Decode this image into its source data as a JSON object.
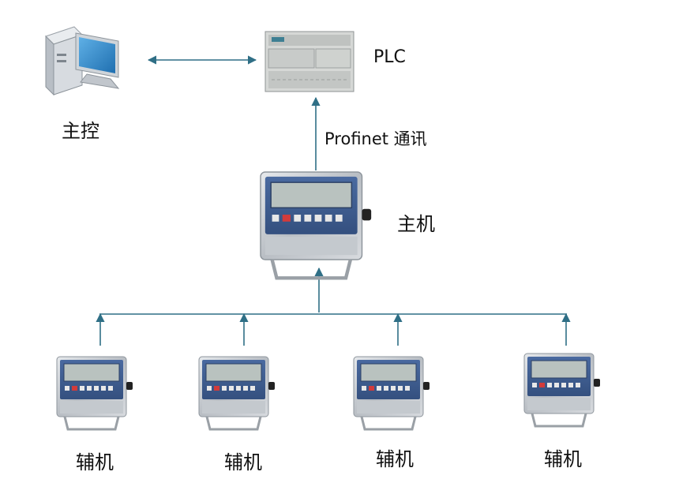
{
  "labels": {
    "master_control": "主控",
    "plc": "PLC",
    "profinet": "Profinet 通讯",
    "host": "主机",
    "auxiliaries": [
      "辅机",
      "辅机",
      "辅机",
      "辅机"
    ]
  },
  "colors": {
    "connector": "#2f6f86",
    "device_panel": "#3f5f93",
    "device_screen": "#b9c2bf",
    "stainless": "#c9cdd2",
    "plc_body": "#d6d8d6"
  },
  "icons": [
    "desktop-computer-icon",
    "plc-module-icon",
    "weighing-indicator-icon"
  ]
}
